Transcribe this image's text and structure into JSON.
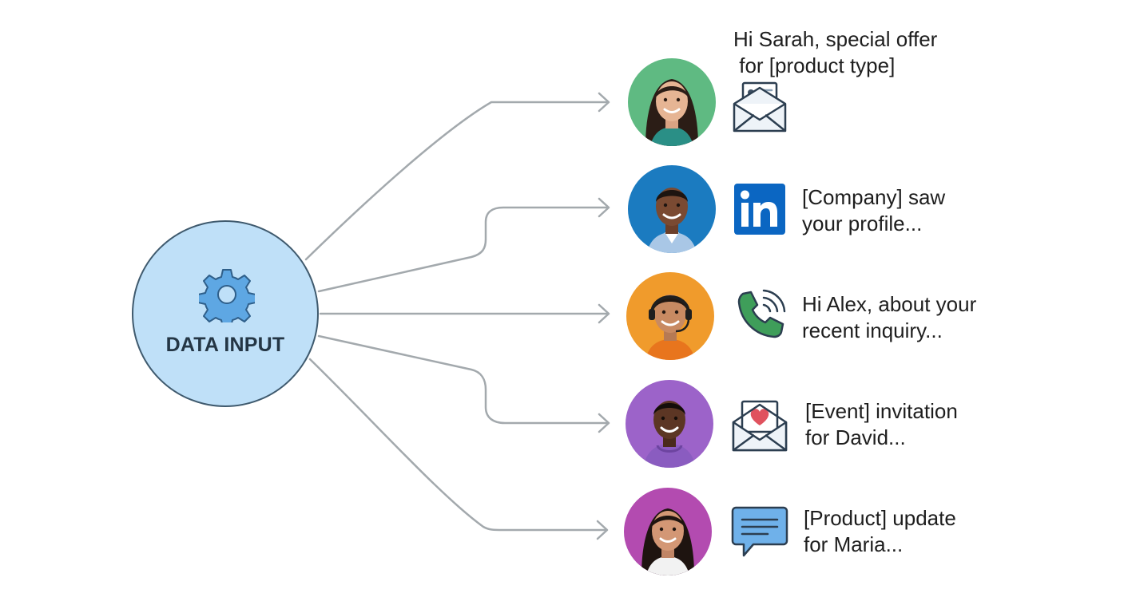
{
  "hub": {
    "label": "DATA INPUT",
    "icon": "gear-icon",
    "fill_color": "#bfe0f8",
    "border_color": "#3f5a6e",
    "gear_color": "#5ea7e3"
  },
  "recipients": [
    {
      "avatar_bg": "#5fba82",
      "channel": "email-envelope-icon",
      "message_lines": [
        "Hi Sarah, special offer",
        " for [product type]"
      ]
    },
    {
      "avatar_bg": "#1b7bc0",
      "channel": "linkedin-icon",
      "message_lines": [
        "[Company] saw",
        "your profile..."
      ]
    },
    {
      "avatar_bg": "#f09b2c",
      "channel": "phone-call-icon",
      "message_lines": [
        "Hi Alex, about your",
        "recent inquiry..."
      ]
    },
    {
      "avatar_bg": "#9c63c9",
      "channel": "heart-envelope-icon",
      "message_lines": [
        "[Event] invitation",
        "for David..."
      ]
    },
    {
      "avatar_bg": "#b34bb0",
      "channel": "chat-bubble-icon",
      "message_lines": [
        "[Product] update",
        "for Maria..."
      ]
    }
  ],
  "connector_color": "#a3a9ad",
  "linkedin_color": "#0b66c2",
  "phone_color": "#3f9e5a",
  "heart_color": "#e0525e",
  "chat_color": "#6fb1ea"
}
